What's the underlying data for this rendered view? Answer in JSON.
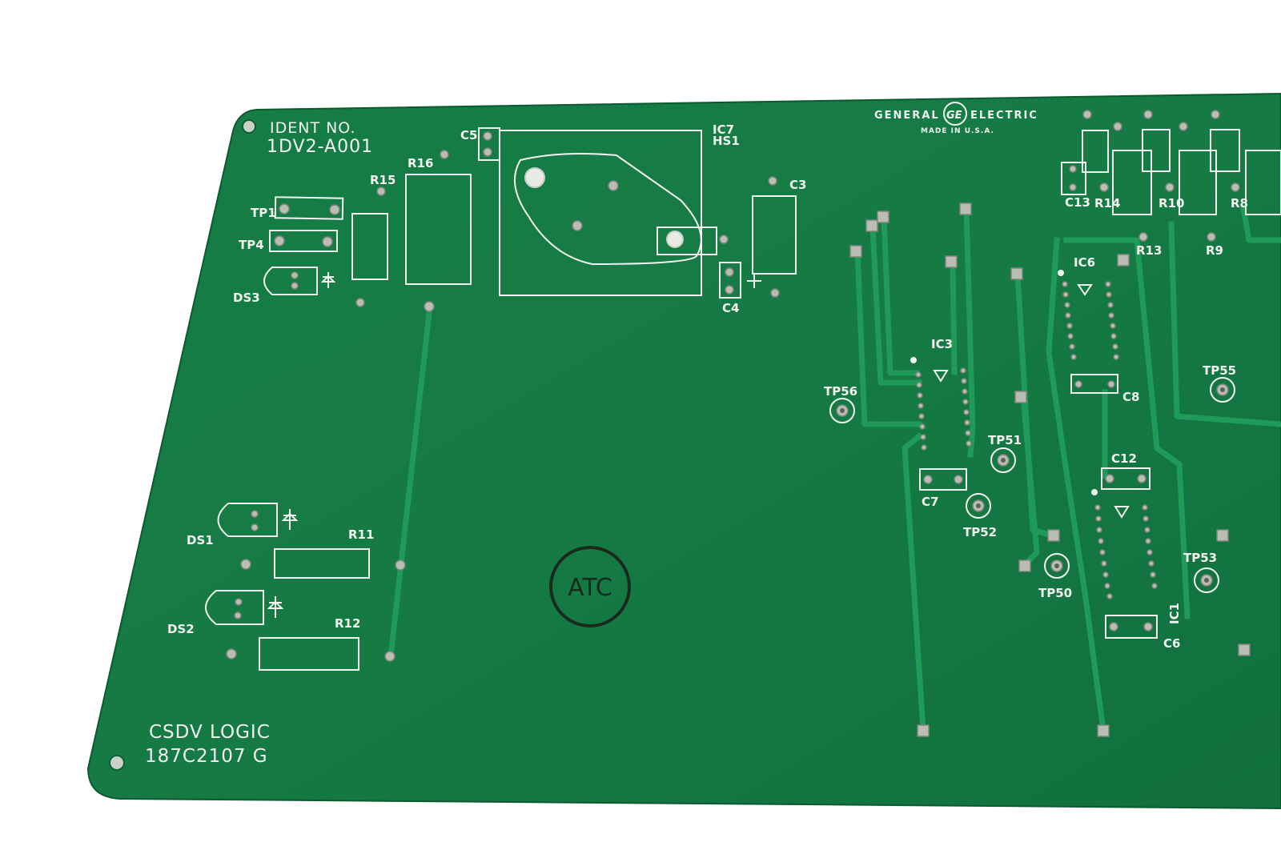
{
  "board": {
    "ident_label": "IDENT NO.",
    "ident_value": "1DV2-A001",
    "maker": "GENERAL",
    "maker2": "ELECTRIC",
    "maker_logo": "GE",
    "made_in": "MADE IN U.S.A.",
    "title": "CSDV LOGIC",
    "part_no": "187C2107 G",
    "stamp": "ATC",
    "colors": {
      "board": "#157a44",
      "silk": "#f2f5ef",
      "trace": "#1f9a58",
      "pad": "#b9bdb3"
    }
  },
  "refdes": {
    "ic7": "IC7",
    "hs1": "HS1",
    "c5": "C5",
    "r16": "R16",
    "r15": "R15",
    "tp1": "TP1",
    "tp4": "TP4",
    "ds3": "DS3",
    "c3": "C3",
    "c4": "C4",
    "c13": "C13",
    "r14": "R14",
    "r10": "R10",
    "r8": "R8",
    "r13": "R13",
    "r9": "R9",
    "ic6": "IC6",
    "ic3": "IC3",
    "tp56": "TP56",
    "tp55": "TP55",
    "c8": "C8",
    "tp51": "TP51",
    "c12": "C12",
    "c7": "C7",
    "tp52": "TP52",
    "tp50": "TP50",
    "tp53": "TP53",
    "ic1": "IC1",
    "c6": "C6",
    "ds1": "DS1",
    "r11": "R11",
    "ds2": "DS2",
    "r12": "R12"
  }
}
